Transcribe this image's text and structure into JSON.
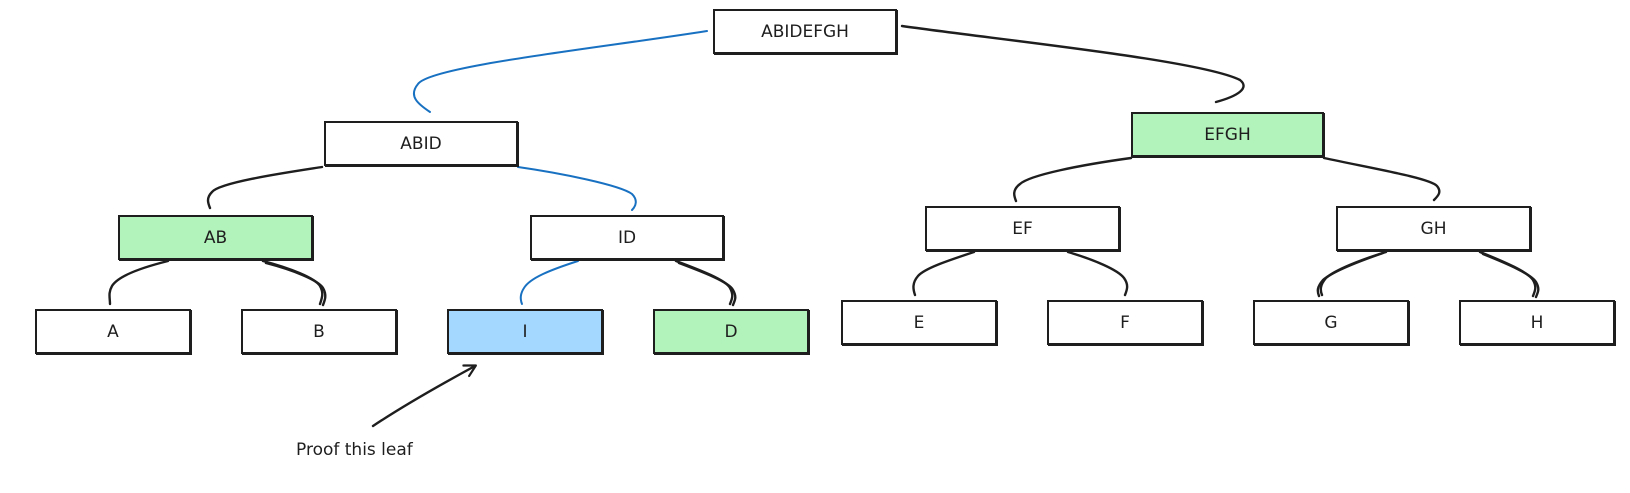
{
  "colors": {
    "stroke": "#1e1e1e",
    "path_edge": "#1971c2",
    "target_leaf_fill": "#a5d8ff",
    "proof_node_fill": "#b2f2bb",
    "default_fill": "#ffffff"
  },
  "tree": {
    "root": "ABIDEFGH",
    "level1": [
      "ABID",
      "EFGH"
    ],
    "level2": [
      "AB",
      "ID",
      "EF",
      "GH"
    ],
    "leaves": [
      "A",
      "B",
      "I",
      "D",
      "E",
      "F",
      "G",
      "H"
    ]
  },
  "highlight": {
    "target_leaf": "I",
    "proof_nodes": [
      "D",
      "AB",
      "EFGH"
    ],
    "path_nodes": [
      "I",
      "ID",
      "ABID",
      "ABIDEFGH"
    ]
  },
  "annotation": {
    "text": "Proof this leaf",
    "points_to": "I"
  }
}
